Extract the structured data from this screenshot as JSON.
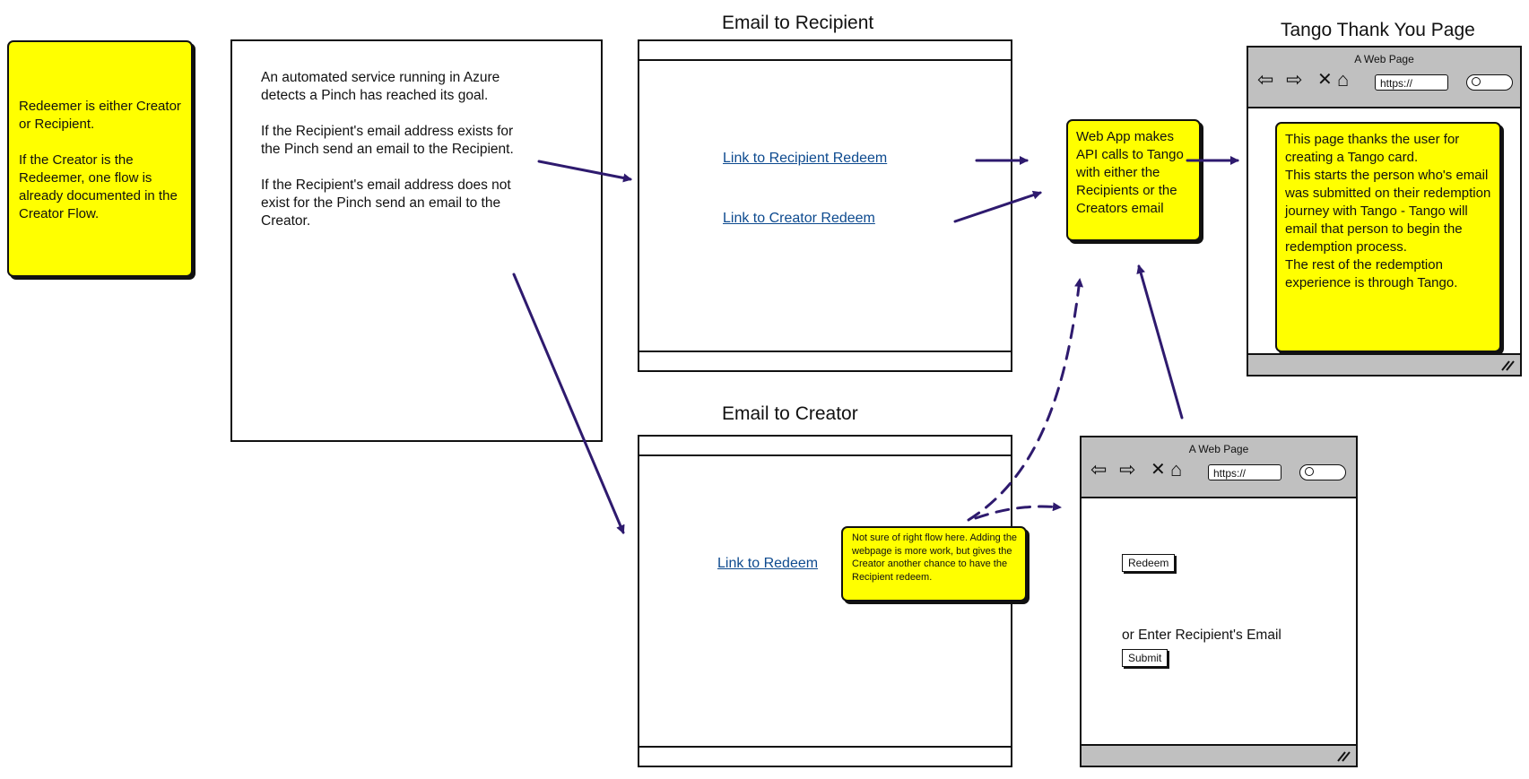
{
  "sticky_redeemer": {
    "line1": "Redeemer is either Creator or Recipient.",
    "line2": "If the Creator is the Redeemer, one flow is already documented in the Creator Flow."
  },
  "automated_service": {
    "p1": "An automated service running in Azure detects a Pinch has reached its goal.",
    "p2": "If the Recipient's email address exists for the Pinch send an email to the Recipient.",
    "p3": "If the Recipient's email address does not exist for the Pinch send an email to the Creator."
  },
  "email_recipient": {
    "title": "Email to Recipient",
    "link_recipient": "Link to Recipient Redeem",
    "link_creator": "Link to Creator Redeem"
  },
  "email_creator": {
    "title": "Email to Creator",
    "link": "Link to Redeem"
  },
  "sticky_webapp": {
    "text": "Web App makes API calls to Tango with either the Recipients or the Creators email"
  },
  "sticky_flow_note": {
    "text": "Not sure of right flow here. Adding the webpage is more work, but gives the Creator another chance to have the Recipient redeem."
  },
  "thank_you_page": {
    "title": "Tango Thank You Page",
    "browser_label": "A Web Page",
    "url": "https://",
    "note_p1": "This page thanks the user for creating a Tango card.",
    "note_p2": "This starts the person who's email was submitted on their redemption journey with Tango - Tango will email that person to begin the redemption process.",
    "note_p3": "The rest of the redemption experience is through Tango."
  },
  "redeem_page": {
    "browser_label": "A Web Page",
    "url": "https://",
    "redeem_button": "Redeem",
    "enter_email_label": "or Enter Recipient's Email",
    "submit_button": "Submit"
  },
  "icons": [
    "back-arrow-icon",
    "forward-arrow-icon",
    "close-icon",
    "home-icon",
    "search-icon",
    "resize-grip-icon"
  ],
  "colors": {
    "sticky": "#ffff00",
    "arrow": "#2e1a6e",
    "link": "#0d4a8f",
    "browser_chrome": "#c0c0c0"
  }
}
